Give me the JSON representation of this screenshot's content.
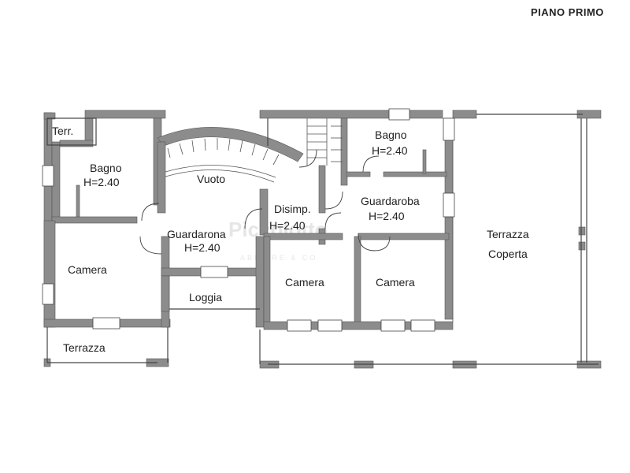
{
  "plan": {
    "title": "PIANO PRIMO",
    "watermark": {
      "name": "Piccolotto",
      "tagline": "ABITARE & CO"
    },
    "rooms": [
      {
        "id": "terr",
        "label": "Terr."
      },
      {
        "id": "bagno-1",
        "label": "Bagno"
      },
      {
        "id": "bagno-1-h",
        "label": "H=2.40"
      },
      {
        "id": "vuoto",
        "label": "Vuoto"
      },
      {
        "id": "bagno-2",
        "label": "Bagno"
      },
      {
        "id": "bagno-2-h",
        "label": "H=2.40"
      },
      {
        "id": "disimp",
        "label": "Disimp."
      },
      {
        "id": "disimp-h",
        "label": "H=2.40"
      },
      {
        "id": "guardaroba",
        "label": "Guardaroba"
      },
      {
        "id": "guardaroba-h",
        "label": "H=2.40"
      },
      {
        "id": "guardarona",
        "label": "Guardarona"
      },
      {
        "id": "guardarona-h",
        "label": "H=2.40"
      },
      {
        "id": "camera-1",
        "label": "Camera"
      },
      {
        "id": "loggia",
        "label": "Loggia"
      },
      {
        "id": "camera-2",
        "label": "Camera"
      },
      {
        "id": "camera-3",
        "label": "Camera"
      },
      {
        "id": "terrazza-coperta-1",
        "label": "Terrazza"
      },
      {
        "id": "terrazza-coperta-2",
        "label": "Coperta"
      },
      {
        "id": "terrazza",
        "label": "Terrazza"
      }
    ]
  }
}
